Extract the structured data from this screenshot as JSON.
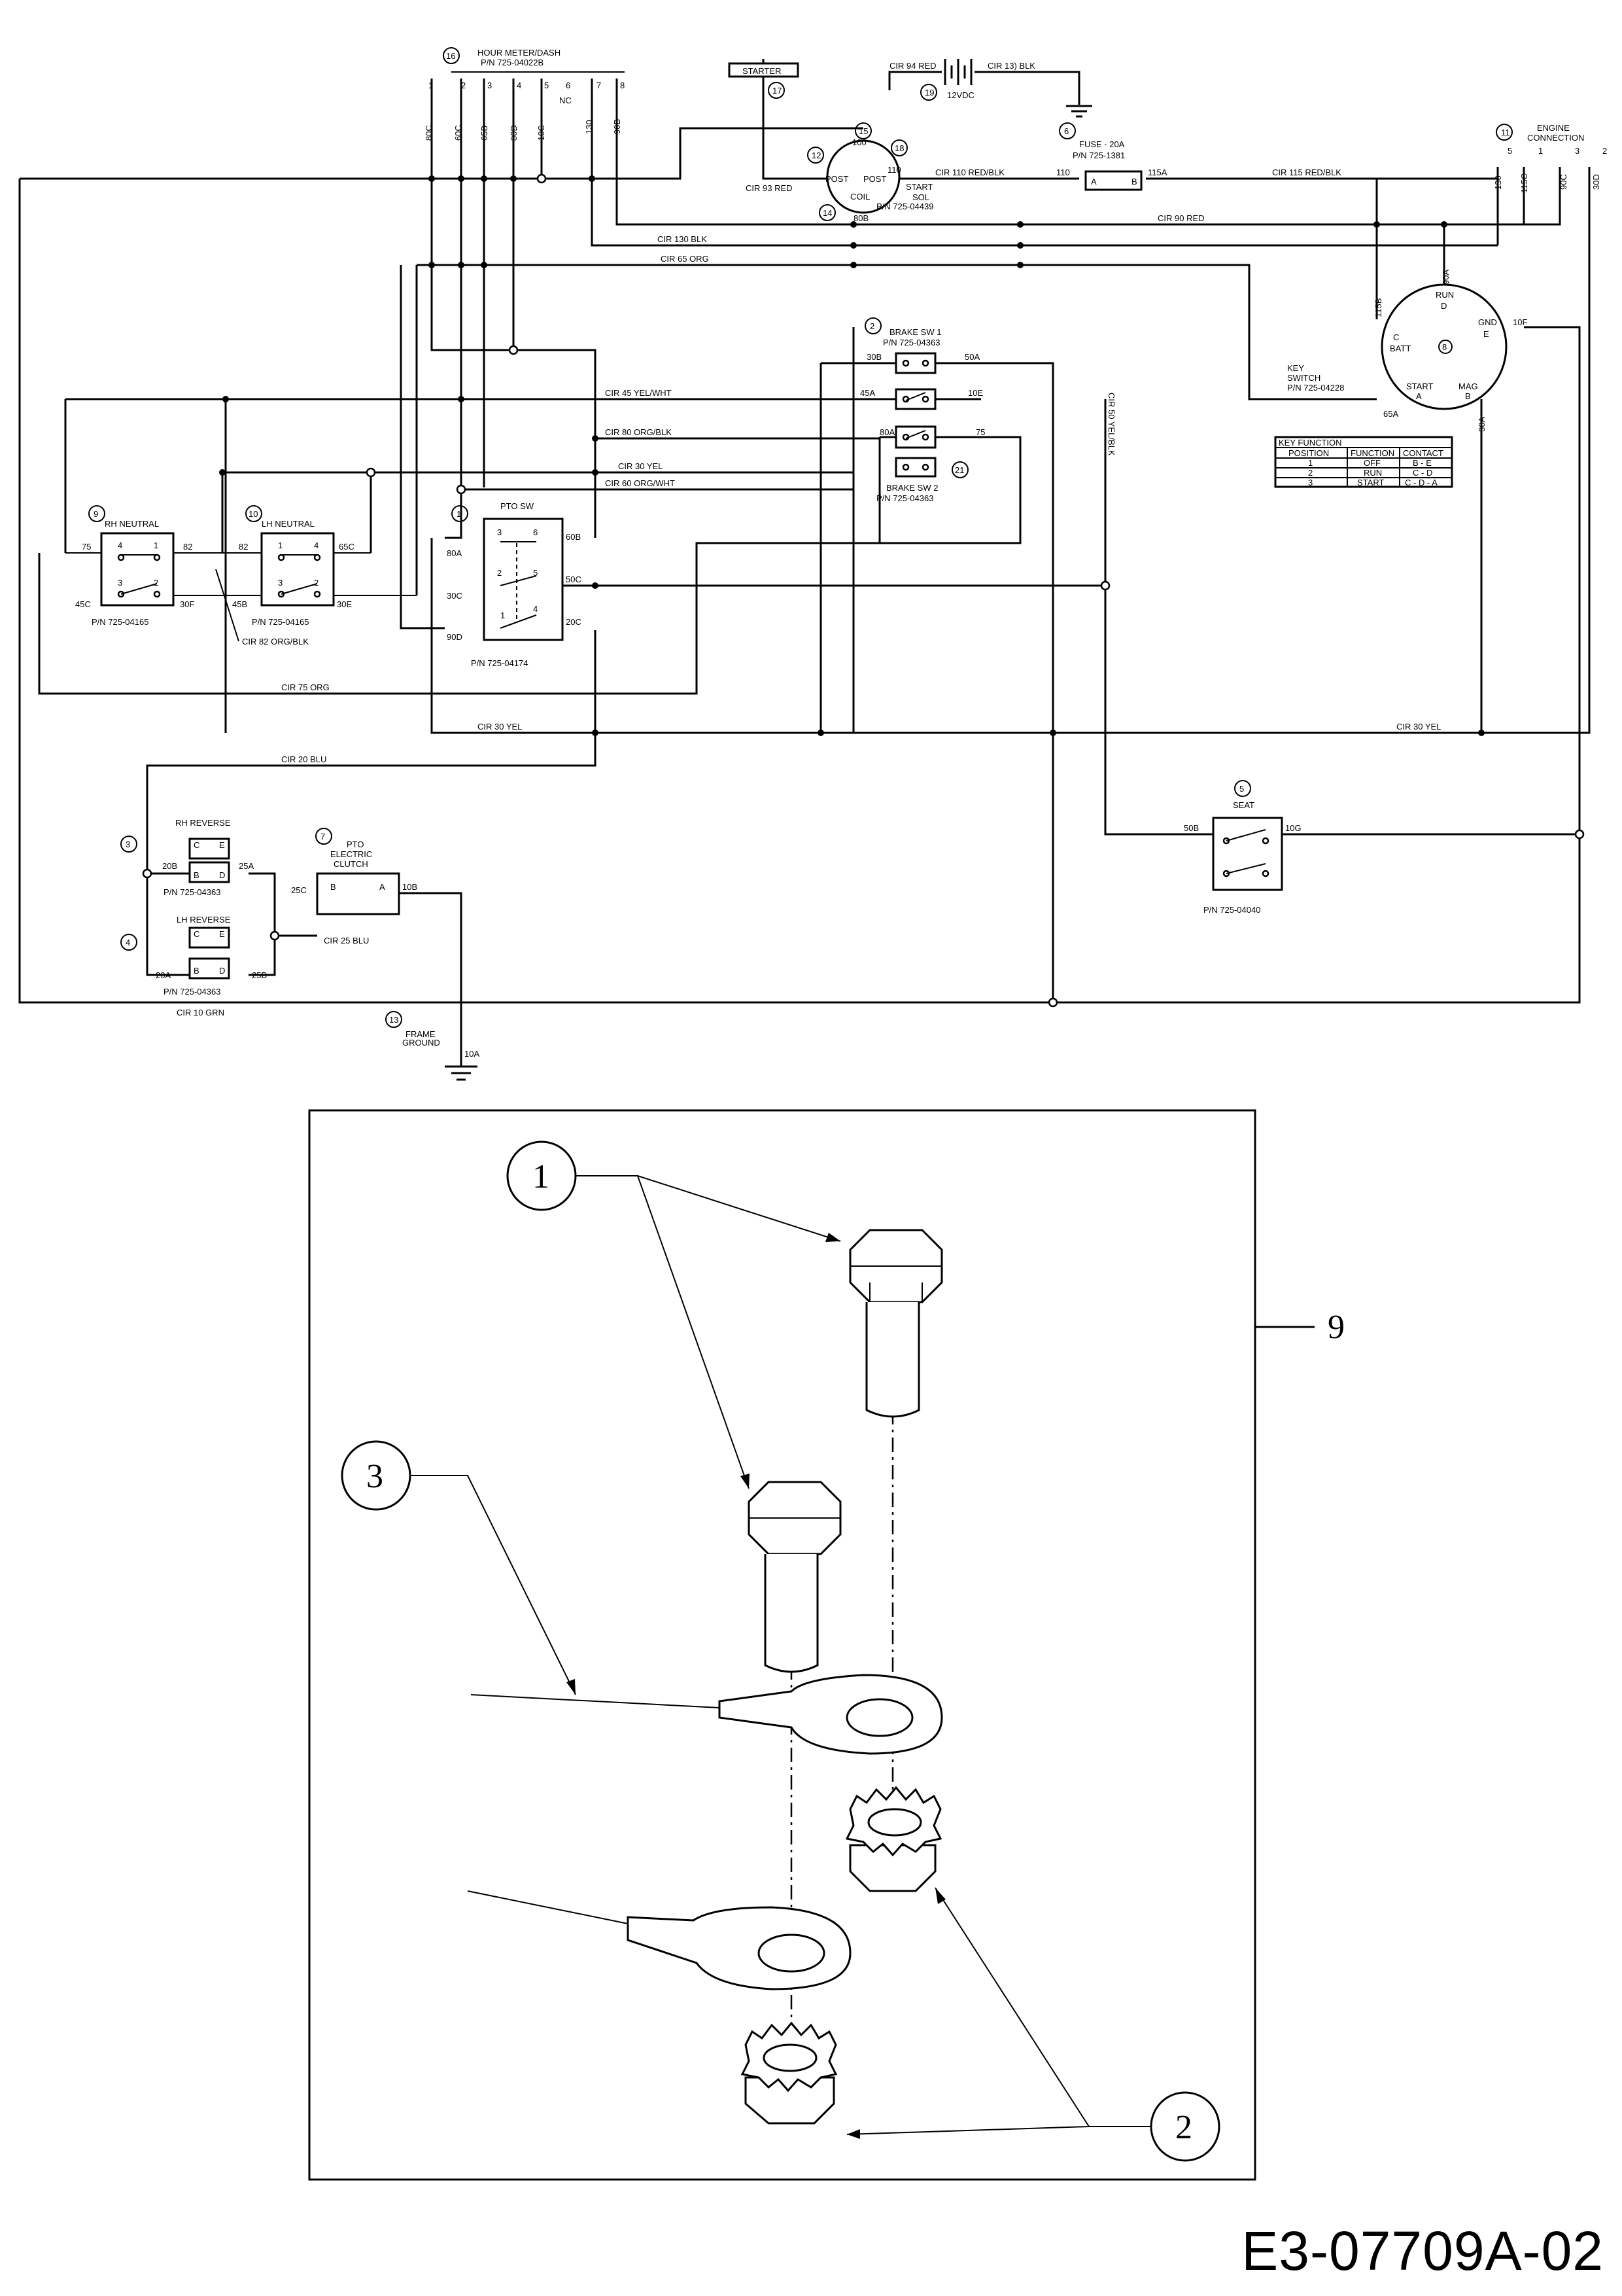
{
  "document_code": "E3-07709A-02",
  "schematic": {
    "hour_meter": {
      "num": "16",
      "title": "HOUR METER/DASH",
      "pn": "P/N 725-04022B",
      "pins": [
        "1",
        "2",
        "3",
        "4",
        "5",
        "6",
        "7",
        "8"
      ],
      "nc": "NC",
      "wires": [
        "80C",
        "60C",
        "65B",
        "80D",
        "10C",
        "130",
        "90B"
      ]
    },
    "starter": {
      "num": "17",
      "label": "STARTER"
    },
    "battery": {
      "num": "19",
      "volt": "12VDC",
      "cir_red": "CIR 94 RED",
      "cir_blk": "CIR 13) BLK"
    },
    "solenoid": {
      "num": "12",
      "num2": "15",
      "num3": "18",
      "num4": "14",
      "post1": "POST",
      "post2": "POST",
      "coil": "COIL",
      "top": "100",
      "top2": "110",
      "label1": "START",
      "label2": "SOL",
      "pn": "P/N 725-04439",
      "wire": "80B",
      "cir93": "CIR 93 RED",
      "cir110": "CIR 110 RED/BLK"
    },
    "fuse": {
      "num": "6",
      "title": "FUSE - 20A",
      "pn": "P/N 725-1381",
      "in": "110",
      "out": "115A",
      "a": "A",
      "b": "B"
    },
    "engine": {
      "num": "11",
      "title1": "ENGINE",
      "title2": "CONNECTION",
      "pins": [
        "5",
        "1",
        "3",
        "2"
      ],
      "wires": [
        "130",
        "115C",
        "90C",
        "30D"
      ]
    },
    "circuits": {
      "cir115": "CIR 115 RED/BLK",
      "cir90": "CIR 90 RED",
      "cir130": "CIR 130 BLK",
      "cir65": "CIR 65 ORG",
      "cir45": "CIR 45 YEL/WHT",
      "cir80": "CIR 80 ORG/BLK",
      "cir30a": "CIR 30 YEL",
      "cir60": "CIR 60 ORG/WHT",
      "cir75": "CIR 75 ORG",
      "cir30b": "CIR 30 YEL",
      "cir30c": "CIR 30 YEL",
      "cir20": "CIR 20 BLU",
      "cir10": "CIR 10 GRN",
      "cir25": "CIR 25 BLU",
      "cir82": "CIR 82 ORG/BLK",
      "cir50": "CIR 50 YEL/BLK"
    },
    "brake1": {
      "num": "2",
      "title": "BRAKE SW 1",
      "pn": "P/N 725-04363",
      "w1": "30B",
      "w2": "50A",
      "w3": "45A",
      "w4": "10E"
    },
    "brake2": {
      "num": "21",
      "title": "BRAKE SW 2",
      "pn": "P/N 725-04363",
      "w1": "80A",
      "w2": "75"
    },
    "key": {
      "num": "8",
      "title1": "KEY",
      "title2": "SWITCH",
      "pn": "P/N 725-04228",
      "run": "RUN",
      "d": "D",
      "c": "C",
      "batt": "BATT",
      "start": "START",
      "a": "A",
      "mag": "MAG",
      "b": "B",
      "gnd": "GND",
      "e": "E",
      "w_top": "90A",
      "w_left": "115B",
      "w_right": "10F",
      "w_bl": "65A",
      "w_br": "30A"
    },
    "key_table": {
      "title": "KEY FUNCTION",
      "headers": [
        "POSITION",
        "FUNCTION",
        "CONTACT"
      ],
      "rows": [
        [
          "1",
          "OFF",
          "B - E"
        ],
        [
          "2",
          "RUN",
          "C - D"
        ],
        [
          "3",
          "START",
          "C - D - A"
        ]
      ]
    },
    "rh_neutral": {
      "num": "9",
      "title": "RH NEUTRAL",
      "pn": "P/N 725-04165",
      "w1": "75",
      "w2": "82",
      "w3": "45C",
      "w4": "30F",
      "p": [
        "4",
        "1",
        "3",
        "2"
      ]
    },
    "lh_neutral": {
      "num": "10",
      "title": "LH NEUTRAL",
      "pn": "P/N 725-04165",
      "w1": "82",
      "w2": "65C",
      "w3": "45B",
      "w4": "30E",
      "p": [
        "1",
        "4",
        "3",
        "2"
      ]
    },
    "pto": {
      "num": "1",
      "title": "PTO SW",
      "pn": "P/N 725-04174",
      "w": [
        "80A",
        "60B",
        "30C",
        "50C",
        "90D",
        "20C"
      ],
      "p": [
        "3",
        "6",
        "2",
        "5",
        "1",
        "4"
      ]
    },
    "seat": {
      "num": "5",
      "title": "SEAT",
      "pn": "P/N 725-04040",
      "w1": "50B",
      "w2": "10G"
    },
    "rh_reverse": {
      "num": "3",
      "title": "RH REVERSE",
      "pn": "P/N 725-04363",
      "w1": "20B",
      "w2": "25A",
      "c": "C",
      "e": "E",
      "b": "B",
      "d": "D"
    },
    "lh_reverse": {
      "num": "4",
      "title": "LH REVERSE",
      "pn": "P/N 725-04363",
      "w1": "20A",
      "w2": "25B",
      "c": "C",
      "e": "E",
      "b": "B",
      "d": "D"
    },
    "clutch": {
      "num": "7",
      "title1": "PTO",
      "title2": "ELECTRIC",
      "title3": "CLUTCH",
      "w1": "25C",
      "w2": "10B",
      "b": "B",
      "a": "A"
    },
    "ground": {
      "num": "13",
      "title1": "FRAME",
      "title2": "GROUND",
      "wire": "10A"
    }
  },
  "hardware": {
    "callouts": [
      "1",
      "2",
      "3"
    ],
    "assembly_ref": "9"
  }
}
